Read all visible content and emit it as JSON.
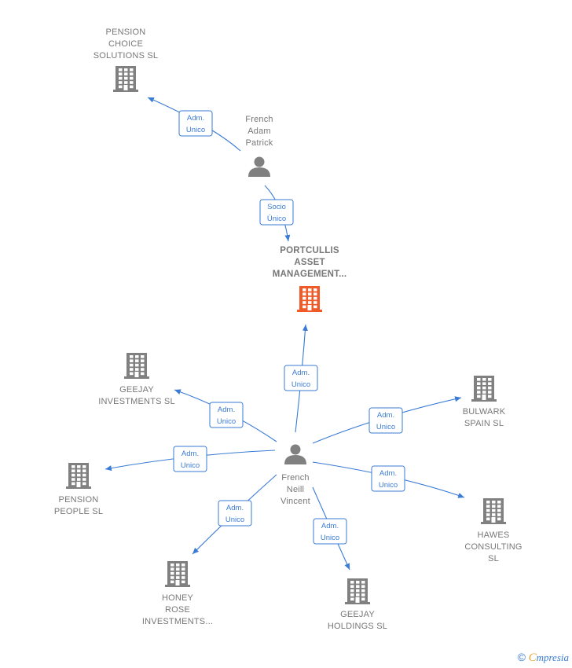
{
  "colors": {
    "edge": "#3a7bd5",
    "company": "#808080",
    "focus": "#f05a28",
    "person": "#808080"
  },
  "nodes": [
    {
      "id": "pension_choice",
      "kind": "company",
      "lines": [
        "PENSION",
        "CHOICE",
        "SOLUTIONS  SL"
      ]
    },
    {
      "id": "french_adam",
      "kind": "person",
      "lines": [
        "French",
        "Adam",
        "Patrick"
      ]
    },
    {
      "id": "portcullis",
      "kind": "company-focus",
      "lines": [
        "PORTCULLIS",
        "ASSET",
        "MANAGEMENT..."
      ]
    },
    {
      "id": "geejay_inv",
      "kind": "company",
      "lines": [
        "GEEJAY",
        "INVESTMENTS SL"
      ]
    },
    {
      "id": "bulwark",
      "kind": "company",
      "lines": [
        "BULWARK",
        "SPAIN  SL"
      ]
    },
    {
      "id": "french_neill",
      "kind": "person",
      "lines": [
        "French",
        "Neill",
        "Vincent"
      ]
    },
    {
      "id": "pension_people",
      "kind": "company",
      "lines": [
        "PENSION",
        "PEOPLE  SL"
      ]
    },
    {
      "id": "hawes",
      "kind": "company",
      "lines": [
        "HAWES",
        "CONSULTING",
        "SL"
      ]
    },
    {
      "id": "honey_rose",
      "kind": "company",
      "lines": [
        "HONEY",
        "ROSE",
        "INVESTMENTS..."
      ]
    },
    {
      "id": "geejay_hold",
      "kind": "company",
      "lines": [
        "GEEJAY",
        "HOLDINGS SL"
      ]
    }
  ],
  "edges": [
    {
      "from": "french_adam",
      "to": "pension_choice",
      "lines": [
        "Adm.",
        "Unico"
      ]
    },
    {
      "from": "french_adam",
      "to": "portcullis",
      "lines": [
        "Socio",
        "Único"
      ]
    },
    {
      "from": "french_neill",
      "to": "portcullis",
      "lines": [
        "Adm.",
        "Unico"
      ]
    },
    {
      "from": "french_neill",
      "to": "geejay_inv",
      "lines": [
        "Adm.",
        "Unico"
      ]
    },
    {
      "from": "french_neill",
      "to": "bulwark",
      "lines": [
        "Adm.",
        "Unico"
      ]
    },
    {
      "from": "french_neill",
      "to": "pension_people",
      "lines": [
        "Adm.",
        "Unico"
      ]
    },
    {
      "from": "french_neill",
      "to": "hawes",
      "lines": [
        "Adm.",
        "Unico"
      ]
    },
    {
      "from": "french_neill",
      "to": "honey_rose",
      "lines": [
        "Adm.",
        "Unico"
      ]
    },
    {
      "from": "french_neill",
      "to": "geejay_hold",
      "lines": [
        "Adm.",
        "Unico"
      ]
    }
  ],
  "footer": {
    "copyright": "©",
    "brand_first": "C",
    "brand_rest": "mpresia"
  }
}
